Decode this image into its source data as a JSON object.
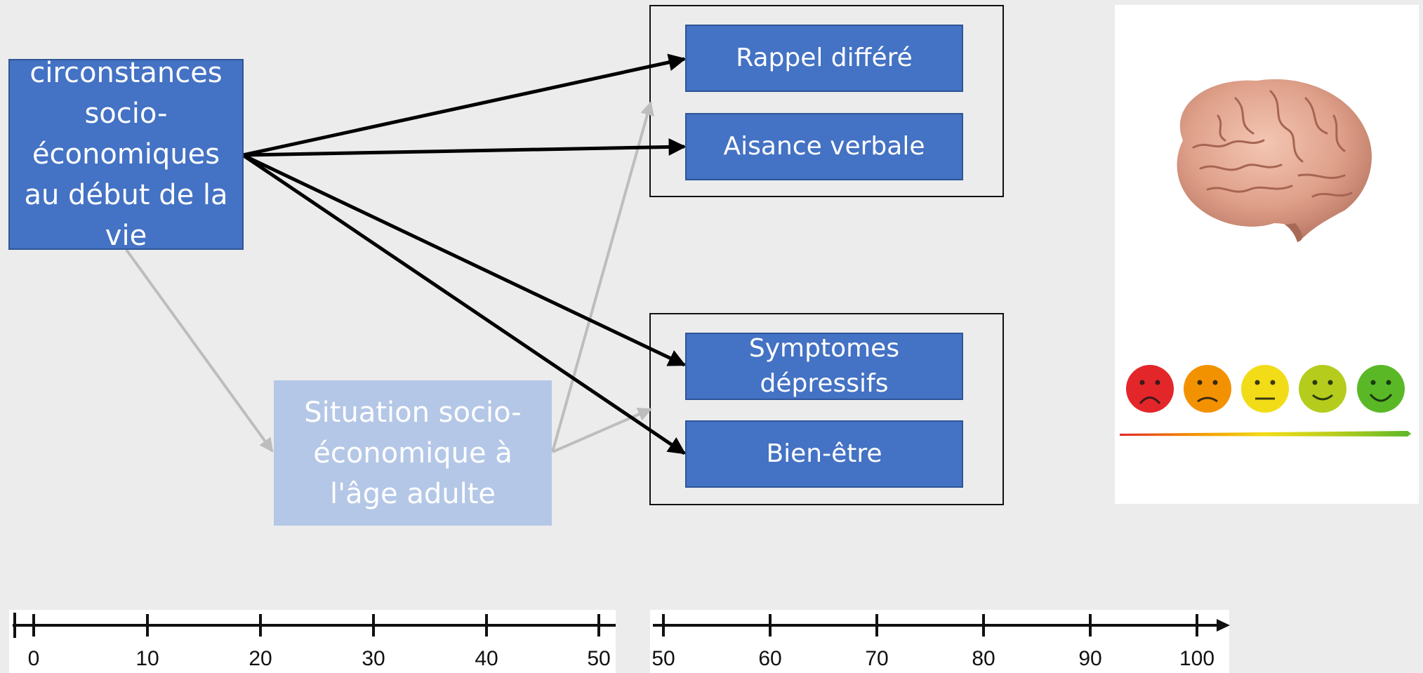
{
  "nodes": {
    "early_life": "circonstances socio-économiques au début de la vie",
    "adult": "Situation socio-économique à l'âge adulte",
    "delayed_recall": "Rappel différé",
    "verbal_fluency": "Aisance verbale",
    "depressive_symptoms": "Symptomes dépressifs",
    "wellbeing": "Bien-être"
  },
  "edges": [
    {
      "from": "early_life",
      "to": "delayed_recall",
      "style": "black"
    },
    {
      "from": "early_life",
      "to": "verbal_fluency",
      "style": "black"
    },
    {
      "from": "early_life",
      "to": "depressive_symptoms",
      "style": "black"
    },
    {
      "from": "early_life",
      "to": "wellbeing",
      "style": "black"
    },
    {
      "from": "early_life",
      "to": "adult",
      "style": "gray"
    },
    {
      "from": "adult",
      "to": "cognitive_group",
      "style": "gray"
    },
    {
      "from": "adult",
      "to": "mental_group",
      "style": "gray"
    }
  ],
  "icons": {
    "brain": "brain-icon",
    "mood_scale": [
      "very-sad-face-icon",
      "sad-face-icon",
      "neutral-face-icon",
      "happy-face-icon",
      "very-happy-face-icon"
    ],
    "mood_colors": [
      "#e3262a",
      "#f39200",
      "#f2dc17",
      "#b5cc1d",
      "#5ab827"
    ]
  },
  "timeline_left": {
    "ticks": [
      "0",
      "10",
      "20",
      "30",
      "40",
      "50"
    ]
  },
  "timeline_right": {
    "ticks": [
      "50",
      "60",
      "70",
      "80",
      "90",
      "100"
    ]
  },
  "colors": {
    "node_dark": "#4472c4",
    "node_light": "#b4c7e7",
    "arrow_dark": "#000000",
    "arrow_gray": "#bdbdbd"
  }
}
